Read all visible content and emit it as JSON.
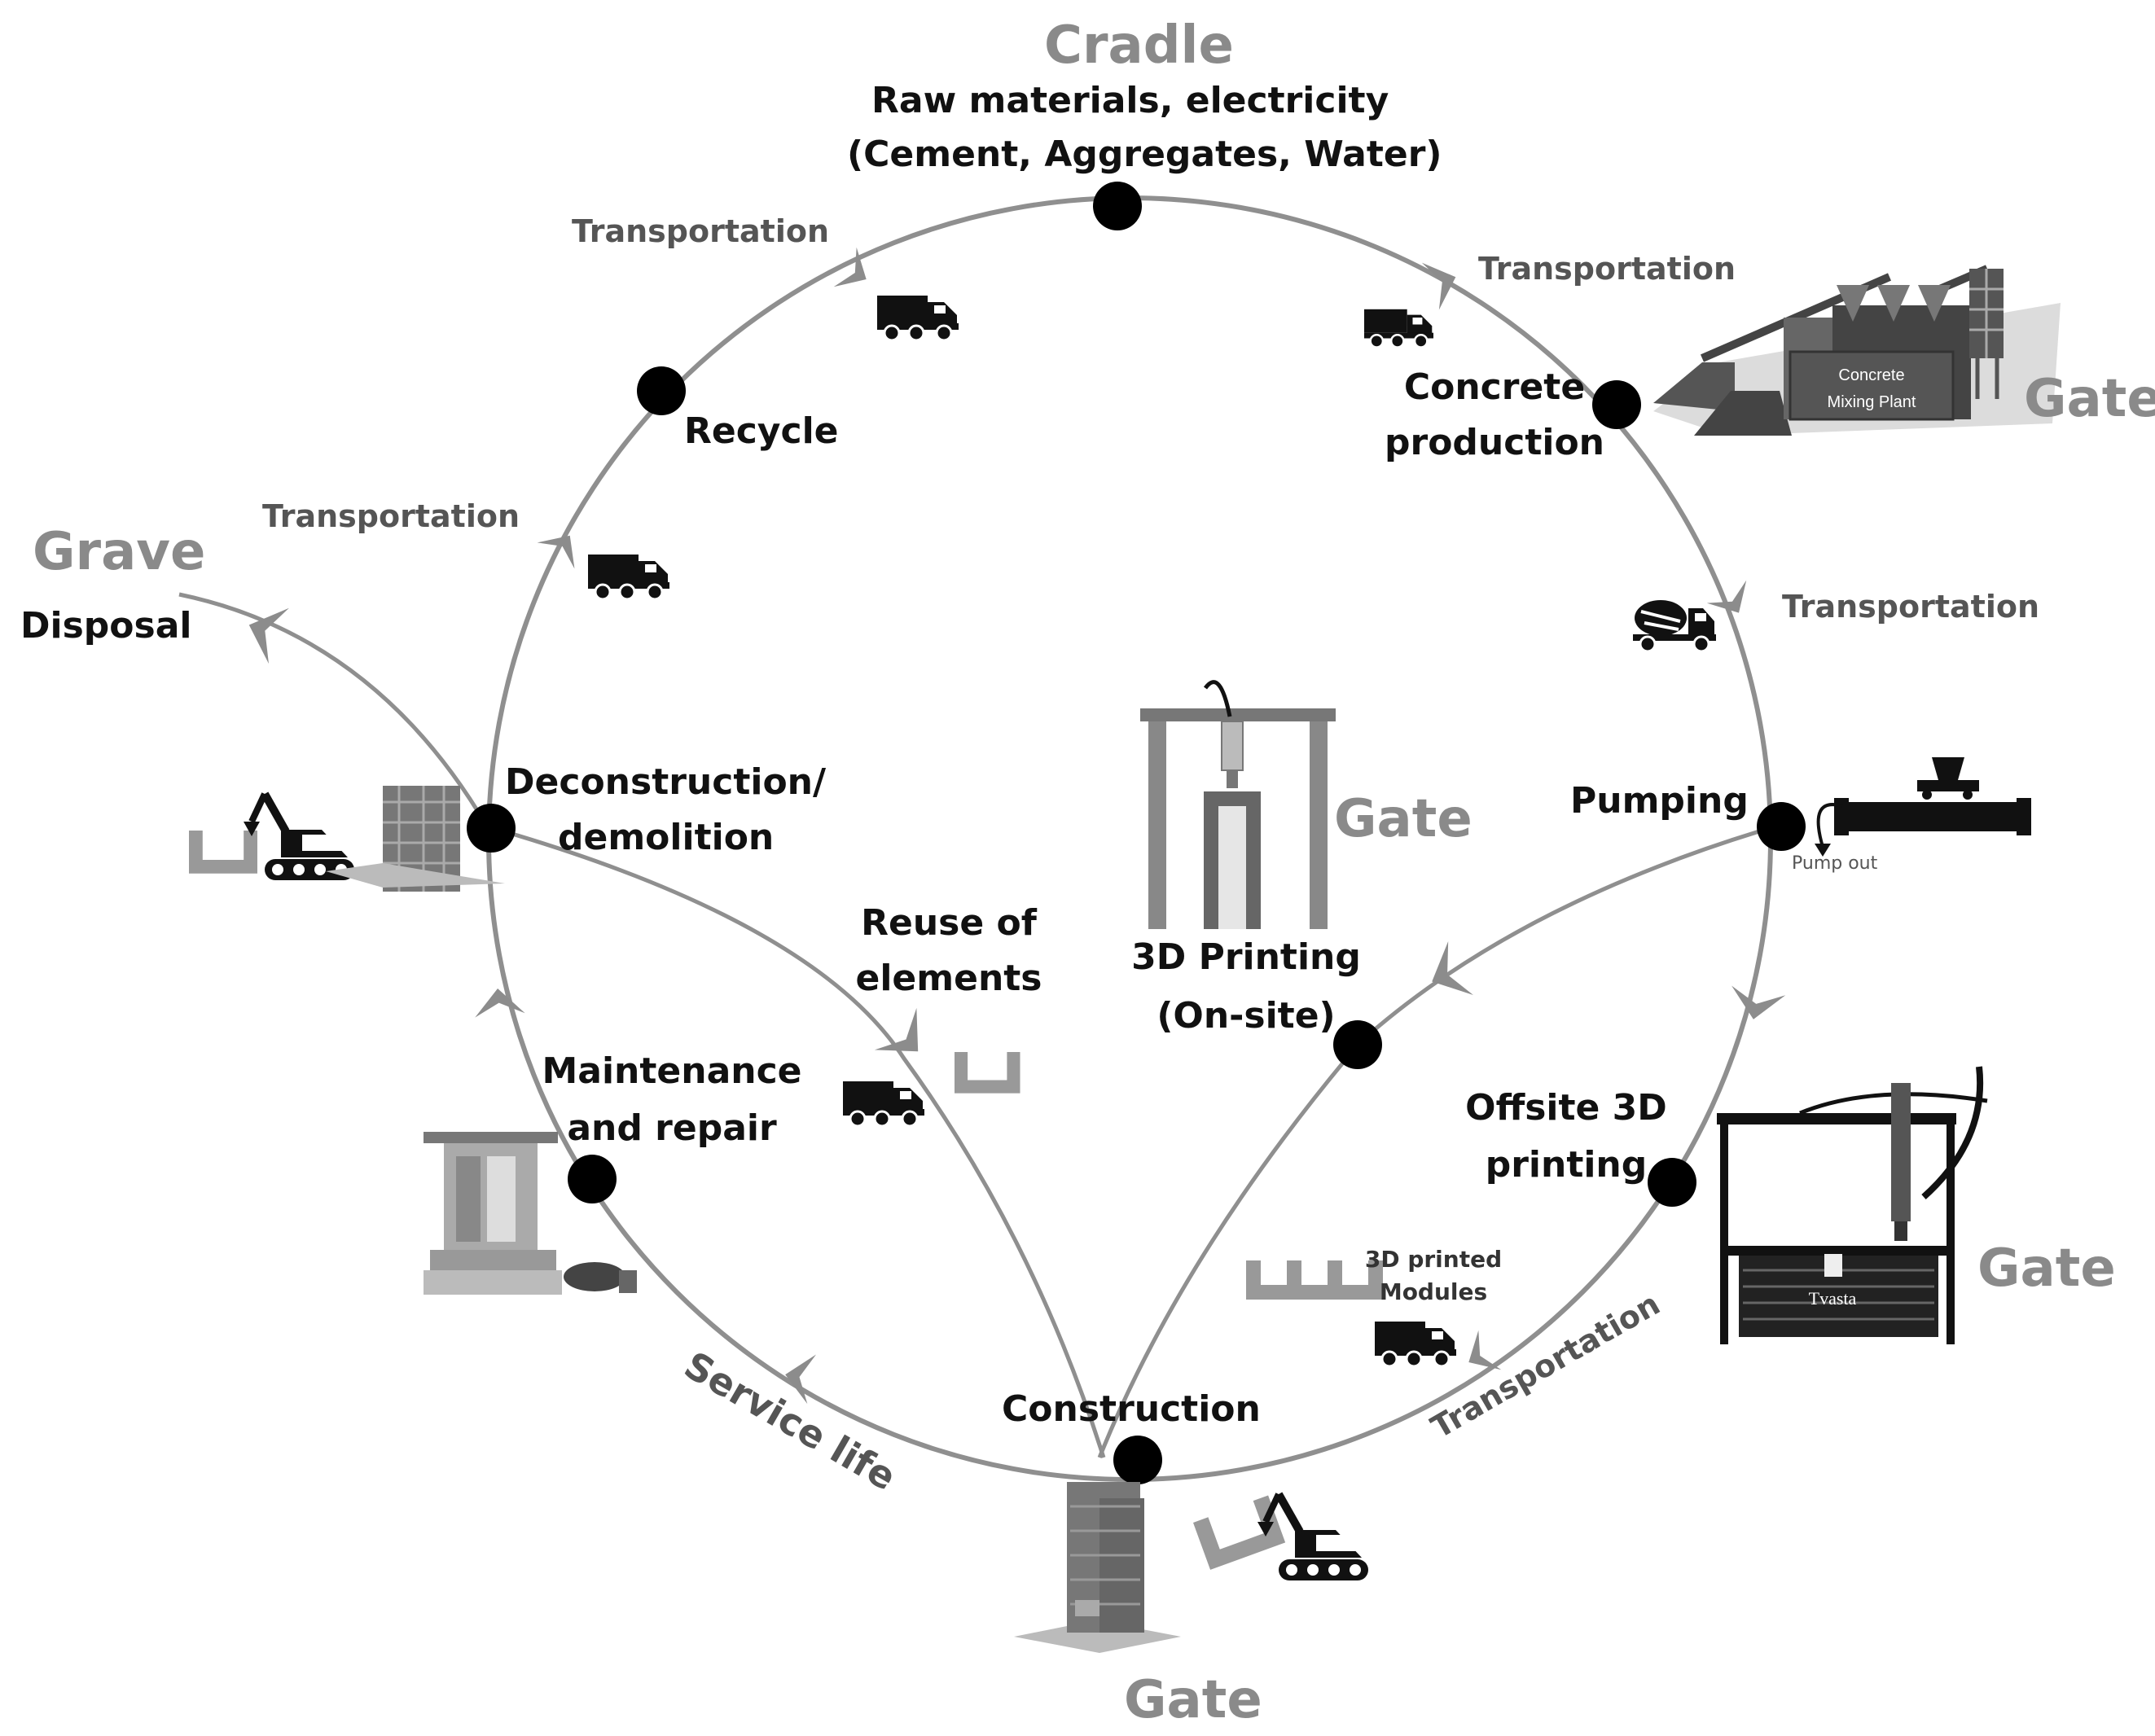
{
  "stages": {
    "cradle": {
      "title": "Cradle",
      "line1": "Raw materials, electricity",
      "line2": "(Cement, Aggregates, Water)"
    },
    "concrete_production": {
      "line1": "Concrete",
      "line2": "production"
    },
    "pumping": "Pumping",
    "pump_out": "Pump out",
    "printing_onsite": {
      "line1": "3D Printing",
      "line2": "(On-site)"
    },
    "offsite_printing": {
      "line1": "Offsite 3D",
      "line2": "printing"
    },
    "printed_modules": {
      "line1": "3D printed",
      "line2": "Modules"
    },
    "construction": "Construction",
    "service_life": "Service life",
    "maintenance": {
      "line1": "Maintenance",
      "line2": "and repair"
    },
    "deconstruction": {
      "line1": "Deconstruction/",
      "line2": "demolition"
    },
    "reuse": {
      "line1": "Reuse of",
      "line2": "elements"
    },
    "recycle": "Recycle",
    "grave": {
      "title": "Grave",
      "disposal": "Disposal"
    }
  },
  "gates": {
    "plant": "Gate",
    "printer_onsite": "Gate",
    "printer_offsite": "Gate",
    "construction": "Gate"
  },
  "transportation": {
    "top_left": "Transportation",
    "top_right": "Transportation",
    "right": "Transportation",
    "bottom_right": "Transportation",
    "left": "Transportation"
  },
  "icon_text": {
    "plant_line1": "Concrete",
    "plant_line2": "Mixing Plant",
    "printer_brand": "Tvasta"
  },
  "colors": {
    "circle": "#8f8f8f",
    "node": "#000000",
    "arrow": "#8c8c8c",
    "gray_text": "#8a8a8a"
  }
}
